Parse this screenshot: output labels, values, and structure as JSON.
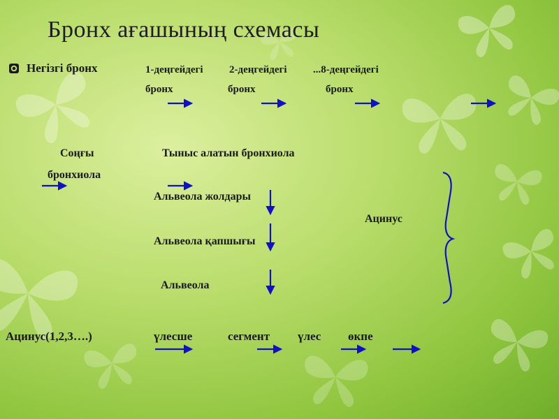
{
  "title": "Бронх ағашының схемасы",
  "row1": {
    "main": "Негізгі бронх",
    "level1_a": "1-деңгейдегі",
    "level1_b": "бронх",
    "level2_a": "2-деңгейдегі",
    "level2_b": "бронх",
    "level8_a": "...8-деңгейдегі",
    "level8_b": "бронх"
  },
  "row2": {
    "terminal_a": "Соңғы",
    "terminal_b": "бронхиола",
    "respiratory": "Тыныс алатын бронхиола"
  },
  "column": {
    "ducts": "Альвеола жолдары",
    "sacs": "Альвеола қапшығы",
    "alveoli": "Альвеола"
  },
  "acinus_label": "Ацинус",
  "bottom": {
    "acinus": "Ацинус(1,2,3….)",
    "lobule": "үлесше",
    "segment": "сегмент",
    "lobe": "үлес",
    "lung": "өкпе"
  },
  "colors": {
    "arrow": "#1010c8",
    "brace": "#1010c8",
    "text": "#1a1a1a"
  }
}
